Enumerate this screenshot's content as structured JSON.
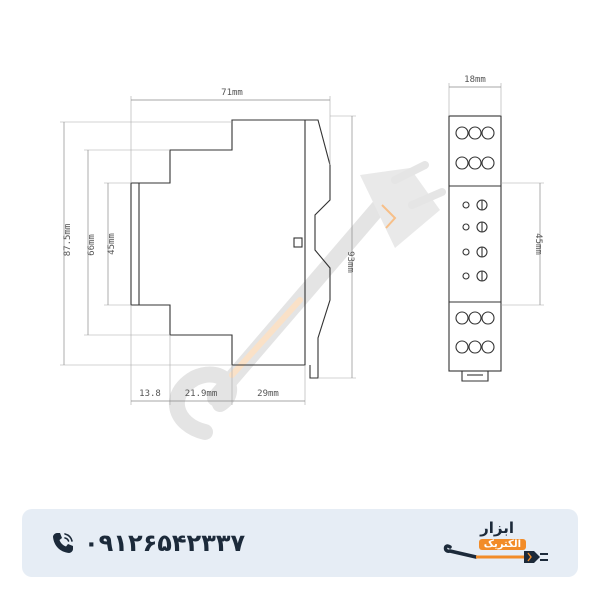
{
  "dimensions": {
    "overall_width": "71mm",
    "module_width": "18mm",
    "overall_height": "93mm",
    "height_87_5": "87.5mm",
    "height_66": "66mm",
    "height_45_left": "45mm",
    "height_45_right": "45mm",
    "depth_13_8": "13.8",
    "depth_21_9": "21.9mm",
    "depth_29": "29mm"
  },
  "contact": {
    "phone": "۰۹۱۲۶۵۴۲۳۳۷",
    "icon": "phone-icon"
  },
  "brand": {
    "name_line1": "ابزار",
    "name_line2": "الکتریک",
    "icon": "wrench-plug-icon",
    "accent_color": "#f28c28",
    "dark_color": "#1c2a3a"
  },
  "colors": {
    "footer_bg": "#e6edf5",
    "watermark": "#d4d4d4"
  }
}
